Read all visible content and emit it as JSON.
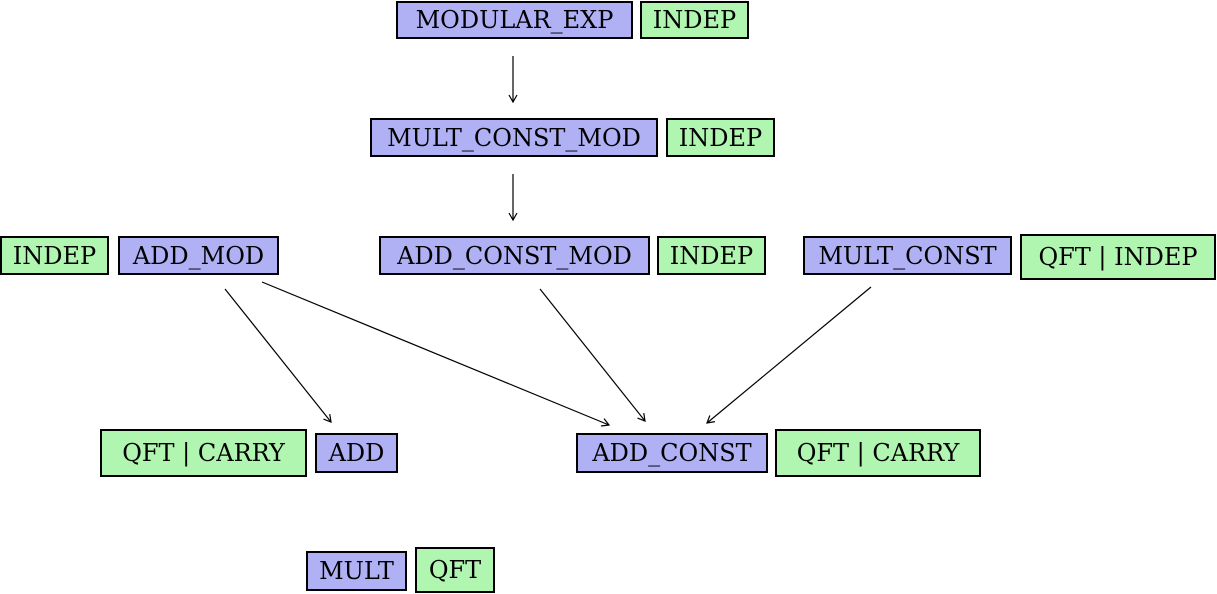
{
  "nodes": {
    "modular_exp": "MODULAR_EXP",
    "modular_exp_tag": "INDEP",
    "mult_const_mod": "MULT_CONST_MOD",
    "mult_const_mod_tag": "INDEP",
    "add_mod_tag": "INDEP",
    "add_mod": "ADD_MOD",
    "add_const_mod": "ADD_CONST_MOD",
    "add_const_mod_tag": "INDEP",
    "mult_const": "MULT_CONST",
    "mult_const_tag": "QFT | INDEP",
    "add_tag": "QFT | CARRY",
    "add": "ADD",
    "add_const": "ADD_CONST",
    "add_const_tag": "QFT | CARRY",
    "mult": "MULT",
    "mult_tag": "QFT"
  },
  "colors": {
    "operation": "#b0b0f5",
    "implementation": "#b0f5b0",
    "border": "#000000",
    "edge": "#000000"
  }
}
